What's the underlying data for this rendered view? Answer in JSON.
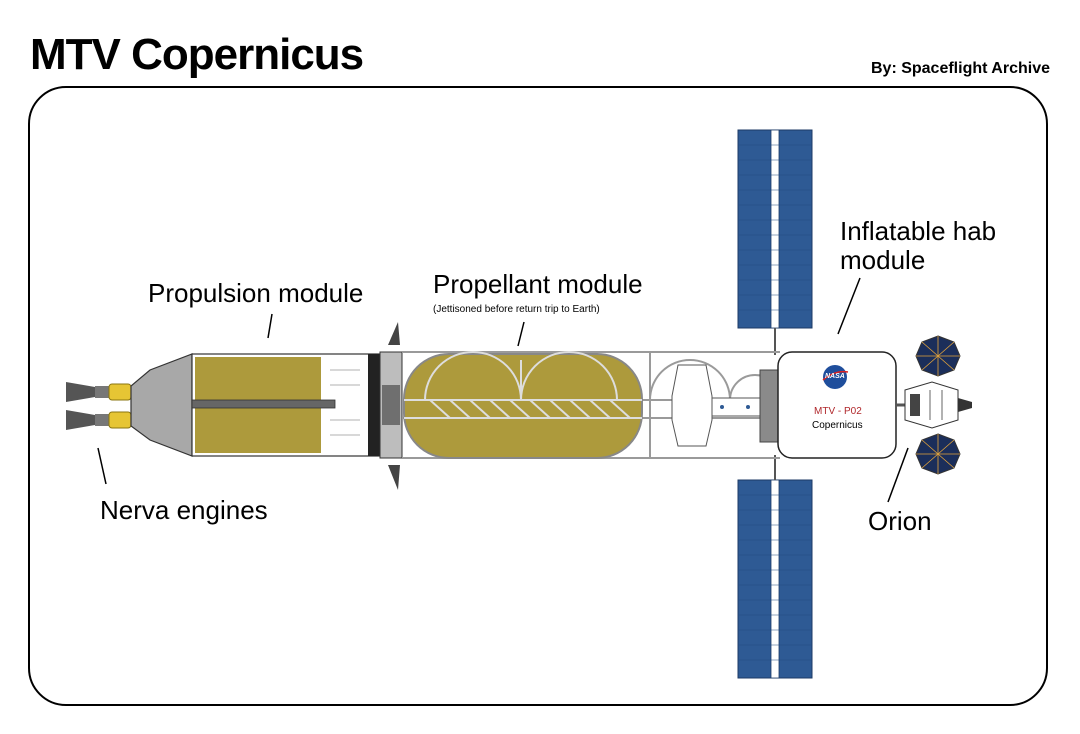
{
  "title": "MTV Copernicus",
  "byline": "By: Spaceflight Archive",
  "labels": {
    "propulsion": "Propulsion module",
    "propellant": "Propellant module",
    "propellant_note": "(Jettisoned before return trip to Earth)",
    "hab_line1": "Inflatable hab",
    "hab_line2": "module",
    "nerva": "Nerva engines",
    "orion": "Orion"
  },
  "hab": {
    "logo": "NASA",
    "line1": "MTV - P02",
    "line2": "Copernicus"
  },
  "colors": {
    "propellant_fill": "#ad9a3c",
    "solar_panel": "#2e5a94",
    "engine_yellow": "#e6c534"
  }
}
